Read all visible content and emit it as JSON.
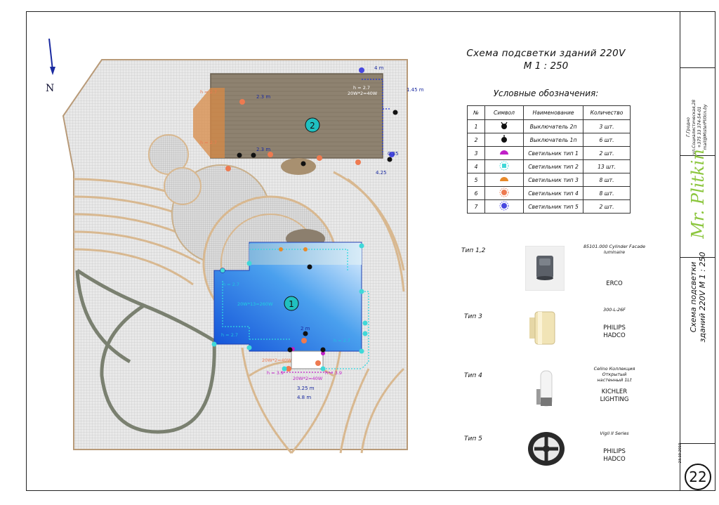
{
  "title": {
    "line1": "Схема подсветки зданий 220V",
    "line2": "М 1 : 250"
  },
  "legend": {
    "heading": "Условные обозначения:",
    "columns": [
      "№",
      "Символ",
      "Наименование",
      "Количество"
    ],
    "rows": [
      {
        "num": "1",
        "name": "Выключатель 2п",
        "qty": "3 шт.",
        "symbol": "switch-2p-icon"
      },
      {
        "num": "2",
        "name": "Выключатель 1п",
        "qty": "6 шт.",
        "symbol": "switch-1p-icon"
      },
      {
        "num": "3",
        "name": "Светильник тип 1",
        "qty": "2 шт.",
        "symbol": "lamp-type1-icon",
        "color": "#c020c8"
      },
      {
        "num": "4",
        "name": "Светильник тип 2",
        "qty": "13 шт.",
        "symbol": "lamp-type2-icon",
        "color": "#40d8d8"
      },
      {
        "num": "5",
        "name": "Светильник тип 3",
        "qty": "8 шт.",
        "symbol": "lamp-type3-icon",
        "color": "#e88a2a"
      },
      {
        "num": "6",
        "name": "Светильник тип 4",
        "qty": "8 шт.",
        "symbol": "lamp-type4-icon",
        "color": "#ee7a50"
      },
      {
        "num": "7",
        "name": "Светильник тип 5",
        "qty": "2 шт.",
        "symbol": "lamp-type5-icon",
        "color": "#4848e0"
      }
    ]
  },
  "products": [
    {
      "type_label": "Тип 1,2",
      "model": "85101.000 Cylinder Facade luminaire",
      "brand_lines": [
        "ERCO"
      ],
      "icon": "cylinder-facade-luminaire-icon"
    },
    {
      "type_label": "Тип 3",
      "model": "300-L-26F",
      "brand_lines": [
        "PHILIPS",
        "HADCO"
      ],
      "icon": "beige-cylinder-lamp-icon"
    },
    {
      "type_label": "Тип 4",
      "model_lines": [
        "Celino Коллекция",
        "Открытый",
        "настенный 1Lt"
      ],
      "brand_lines": [
        "KICHLER",
        "LIGHTING"
      ],
      "icon": "wall-lantern-icon"
    },
    {
      "type_label": "Тип 5",
      "model": "Vigil II Series",
      "brand_lines": [
        "PHILIPS",
        "HADCO"
      ],
      "icon": "round-grid-luminaire-icon"
    }
  ],
  "plan": {
    "building_1": "1",
    "building_2": "2",
    "north": "N",
    "dims": {
      "d4m": "4 m",
      "d145": "1.45 m",
      "d23a": "2.3 m",
      "d23b": "2.3 m",
      "d425": "4.25",
      "d035": "0.35",
      "d2m": "2 m",
      "d325": "3.25 m",
      "d48": "4.8 m"
    },
    "heights": {
      "h27": "h = 2.7",
      "h39": "h = 3.9"
    },
    "power": {
      "p_b2": "20W*2=40W",
      "p_b1": "20W*13=260W",
      "p_pool_a": "20W*2=40W",
      "p_pool_b": "20W*2=40W"
    }
  },
  "side": {
    "address_line1": "Г.Гродно",
    "address_line2": "ул.Социалистическая,28",
    "address_line3": "+375 33 374-54-01",
    "address_line4": "mail@MisterPlitkin.by",
    "logo": "Mr. Plitkin",
    "sheet_title_1": "Схема подсветки",
    "sheet_title_2": "зданий 220V М 1 : 250",
    "date": "23.10.2019",
    "sheet_num": "22"
  }
}
